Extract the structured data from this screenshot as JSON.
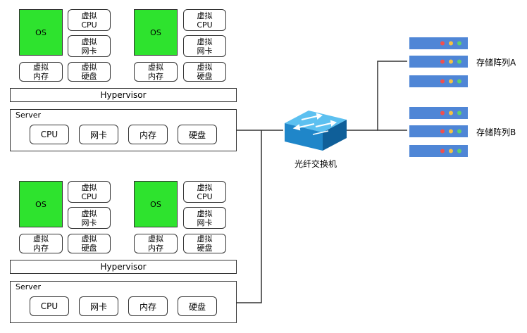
{
  "os_label": "OS",
  "virtual": {
    "line1": "虚拟",
    "cpu": "CPU",
    "nic": "网卡",
    "mem": "内存",
    "disk": "硬盘"
  },
  "hypervisor": "Hypervisor",
  "server": {
    "label": "Server",
    "components": [
      "CPU",
      "网卡",
      "内存",
      "硬盘"
    ]
  },
  "switch_label": "光纤交换机",
  "storage": {
    "a": "存储阵列A",
    "b": "存储阵列B"
  },
  "colors": {
    "os_green": "#2ee32e",
    "storage_blue": "#4f86d6",
    "led_red": "#f0504f",
    "led_yellow": "#f5c242",
    "led_green": "#5fd36b",
    "switch_blue": "#2a8fd1"
  }
}
